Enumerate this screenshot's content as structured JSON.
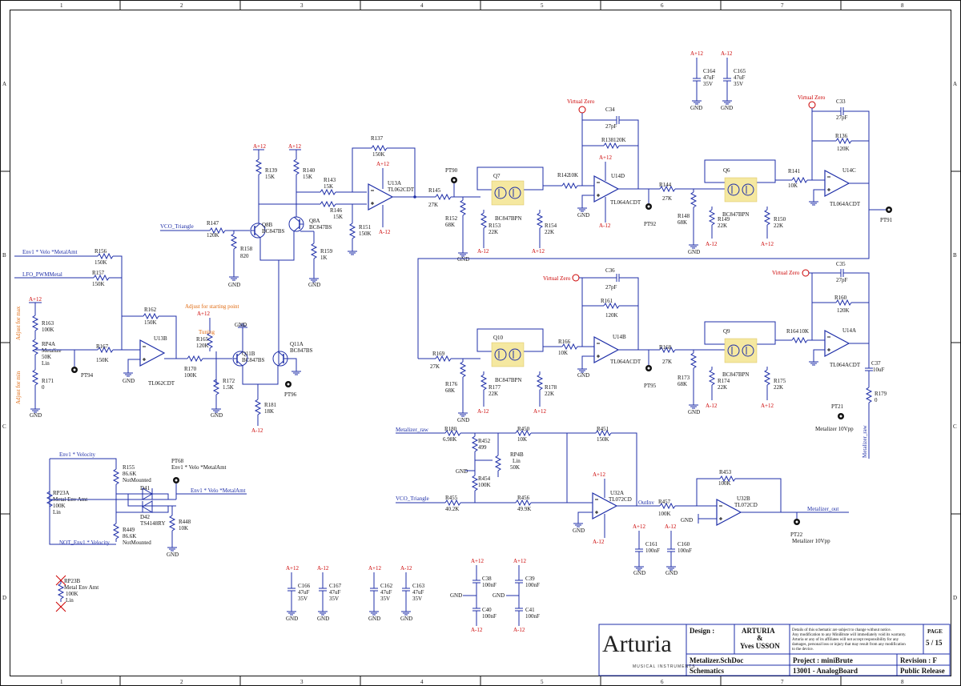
{
  "frame": {
    "col_labels": [
      "1",
      "2",
      "3",
      "4",
      "5",
      "6",
      "7",
      "8"
    ],
    "row_labels": [
      "A",
      "B",
      "C",
      "D"
    ]
  },
  "components": {
    "r137": [
      "R137",
      "150K"
    ],
    "r139": [
      "R139",
      "15K"
    ],
    "r140": [
      "R140",
      "15K"
    ],
    "r143": [
      "R143",
      "15K"
    ],
    "r146": [
      "R146",
      "15K"
    ],
    "r147": [
      "R147",
      "120K"
    ],
    "r158": [
      "R158",
      "820"
    ],
    "r159": [
      "R159",
      "1K"
    ],
    "r151": [
      "R151",
      "150K"
    ],
    "r145": [
      "R145",
      "27K"
    ],
    "r152": [
      "R152",
      "68K"
    ],
    "r153": [
      "R153",
      "22K"
    ],
    "r154": [
      "R154",
      "22K"
    ],
    "r142": [
      "R142",
      "10K"
    ],
    "r138": [
      "R138",
      "120K"
    ],
    "r144": [
      "R144",
      "27K"
    ],
    "r148": [
      "R148",
      "68K"
    ],
    "r149": [
      "R149",
      "22K"
    ],
    "r150": [
      "R150",
      "22K"
    ],
    "r141": [
      "R141",
      "10K"
    ],
    "r136": [
      "R136",
      "120K"
    ],
    "r156": [
      "R156",
      "150K"
    ],
    "r157": [
      "R157",
      "150K"
    ],
    "r162": [
      "R162",
      "150K"
    ],
    "r163": [
      "R163",
      "100K"
    ],
    "r167": [
      "R167",
      "150K"
    ],
    "r171": [
      "R171",
      "0"
    ],
    "r170": [
      "R170",
      "100K"
    ],
    "r165": [
      "R165",
      "120K"
    ],
    "r172": [
      "R172",
      "1.5K"
    ],
    "r181": [
      "R181",
      "18K"
    ],
    "r169": [
      "R169",
      "27K"
    ],
    "r176": [
      "R176",
      "68K"
    ],
    "r177": [
      "R177",
      "22K"
    ],
    "r178": [
      "R178",
      "22K"
    ],
    "r166": [
      "R166",
      "10K"
    ],
    "r161": [
      "R161",
      "120K"
    ],
    "r168": [
      "R168",
      "27K"
    ],
    "r173": [
      "R173",
      "68K"
    ],
    "r174": [
      "R174",
      "22K"
    ],
    "r175": [
      "R175",
      "22K"
    ],
    "r164": [
      "R164",
      "10K"
    ],
    "r160": [
      "R160",
      "120K"
    ],
    "r179": [
      "R179",
      "0"
    ],
    "r155": [
      "R155",
      "86.6K"
    ],
    "r449": [
      "R449",
      "86.6K"
    ],
    "r448": [
      "R448",
      "10K"
    ],
    "r180": [
      "R180",
      "6.98K"
    ],
    "r452": [
      "R452",
      "499"
    ],
    "r454": [
      "R454",
      "100K"
    ],
    "r450": [
      "R450",
      "10K"
    ],
    "r451": [
      "R451",
      "150K"
    ],
    "r455": [
      "R455",
      "40.2K"
    ],
    "r456": [
      "R456",
      "49.9K"
    ],
    "r457": [
      "R457",
      "100K"
    ],
    "r453": [
      "R453",
      "100K"
    ],
    "c34": [
      "C34",
      "27pF"
    ],
    "c33": [
      "C33",
      "27pF"
    ],
    "c36": [
      "C36",
      "27pF"
    ],
    "c35": [
      "C35",
      "27pF"
    ],
    "c37": [
      "C37",
      "10uF"
    ],
    "c164": [
      "C164",
      "47uF",
      "35V"
    ],
    "c165": [
      "C165",
      "47uF",
      "35V"
    ],
    "c166": [
      "C166",
      "47uF",
      "35V"
    ],
    "c167": [
      "C167",
      "47uF",
      "35V"
    ],
    "c162": [
      "C162",
      "47uF",
      "35V"
    ],
    "c163": [
      "C163",
      "47uF",
      "35V"
    ],
    "c38": [
      "C38",
      "100nF"
    ],
    "c39": [
      "C39",
      "100nF"
    ],
    "c40": [
      "C40",
      "100nF"
    ],
    "c41": [
      "C41",
      "100nF"
    ],
    "c161": [
      "C161",
      "100nF"
    ],
    "c160": [
      "C160",
      "100nF"
    ],
    "u13a": [
      "U13A",
      "TL062CDT"
    ],
    "u13b": [
      "U13B",
      "TL062CDT"
    ],
    "u14d": [
      "U14D",
      "TL064ACDT"
    ],
    "u14c": [
      "U14C",
      "TL064ACDT"
    ],
    "u14b": [
      "U14B",
      "TL064ACDT"
    ],
    "u14a": [
      "U14A",
      "TL064ACDT"
    ],
    "u32a": [
      "U32A",
      "TL072CD"
    ],
    "u32b": [
      "U32B",
      "TL072CD"
    ],
    "q8b": [
      "Q8B",
      "BC847BS"
    ],
    "q8a": [
      "Q8A",
      "BC847BS"
    ],
    "q11b": [
      "Q11B",
      "BC847BS"
    ],
    "q11a": [
      "Q11A",
      "BC847BS"
    ],
    "q7": [
      "Q7",
      "BC847BPN"
    ],
    "q6": [
      "Q6",
      "BC847BPN"
    ],
    "q10": [
      "Q10",
      "BC847BPN"
    ],
    "q9": [
      "Q9",
      "BC847BPN"
    ],
    "rp4a": [
      "RP4A",
      "Metalize",
      "50K",
      "Lin"
    ],
    "rp4b": [
      "RP4B",
      "Lin",
      "50K"
    ],
    "rp23a": [
      "RP23A",
      "Metal Env Amt",
      "100K",
      "Lin"
    ],
    "rp23b": [
      "RP23B",
      "Metal Env Amt",
      "100K",
      "Lin"
    ],
    "d41": [
      "D41"
    ],
    "d42": [
      "D42",
      "TS4148RY"
    ],
    "pt90": "PT90",
    "pt92": "PT92",
    "pt91": "PT91",
    "pt94": "PT94",
    "pt96": "PT96",
    "pt95": "PT95",
    "pt21": [
      "PT21",
      "Metalizer 10Vpp"
    ],
    "pt68": [
      "PT68",
      "Env1 * Velo *MetalAmt"
    ],
    "pt22": [
      "PT22",
      "Metalizer 10Vpp"
    ],
    "notmounted": "NotMounted"
  },
  "nets": {
    "vco_triangle": "VCO_Triangle",
    "vco_triangle2": "VCO_Triangle",
    "env1_velo_metalamt": "Env1 * Velo *MetalAmt",
    "lfo_pwmmetal": "LFO_PWMMetal",
    "env1_velocity": "Env1 * Velocity",
    "not_env1_velocity": "NOT_Env1 * Velocity",
    "env1_velo_metalamt2": "Env1 * Velo *MetalAmt",
    "metalizer_raw": "Metalizer_raw",
    "metalizer_raw_v": "Metalizer_raw",
    "metalizer_out": "Metalizer_out",
    "outinv": "OutInv",
    "virtual_zero": "Virtual Zero",
    "gnd": "GND",
    "a_plus": "A+12",
    "a_minus": "A-12"
  },
  "annotations": {
    "adjust_max": "Adjust for max",
    "adjust_min": "Adjust for min",
    "adjust_start": "Adjust for starting point",
    "tuning": "Tuning"
  },
  "title_block": {
    "design_label": "Design :",
    "company": "ARTURIA",
    "amp": "&",
    "designer": "Yves USSON",
    "notice": [
      "Details of this schematic are subject to change without notice.",
      "Any modification to any MiniBrute will immediately void its warranty.",
      "Arturia or any of its affiliates will not accept responsibility for any",
      "damages, personal loss or injury that may result from any modification",
      "to the device."
    ],
    "page_label": "PAGE",
    "page_value": "5 / 15",
    "logo_text": "Arturia",
    "logo_sub": "MUSICAL INSTRUMENTS",
    "filename": "Metalizer.SchDoc",
    "project": "Project : miniBrute",
    "revision": "Revision : F",
    "doc_type": "Schematics",
    "board": "13001 - AnalogBoard",
    "release": "Public Release"
  }
}
